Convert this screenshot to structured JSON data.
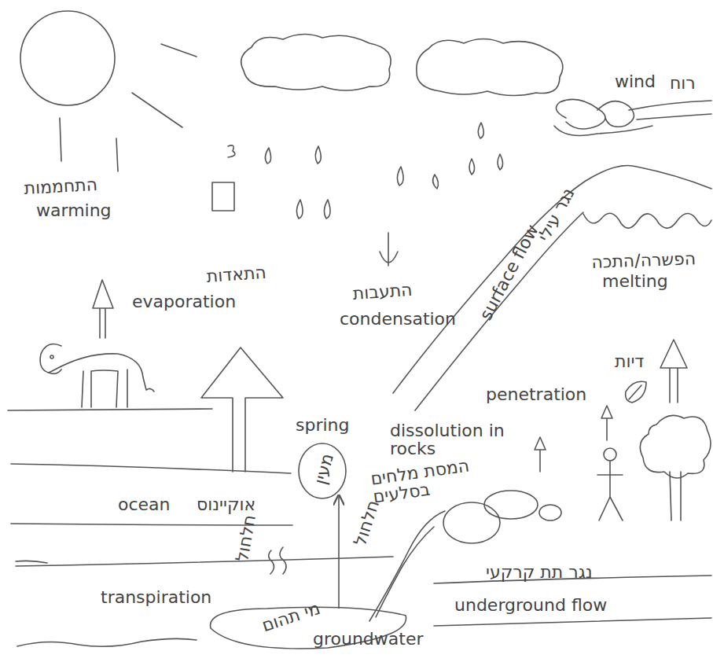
{
  "diagram": {
    "nodes": [
      {
        "text": [
          "spring",
          "מעין"
        ]
      },
      {
        "text": [
          "מי תהום",
          "groundwater"
        ]
      }
    ],
    "edges": [
      {
        "from": 1,
        "to": 0,
        "arrow": "to"
      }
    ],
    "labels": [
      "התחממות",
      "warming",
      "התאדות",
      "evaporation",
      "התעבות",
      "condensation",
      "wind",
      "רוח",
      "הפשרה/התכה",
      "melting",
      "נגר עילי",
      "surface flow",
      "penetration",
      "דיות",
      "dissolution in rocks",
      "המסת מלחים בסלעים",
      "ocean",
      "אוקיינוס",
      "transpiration",
      "חלחול",
      "חלחול",
      "נגר תת קרקעי",
      "underground flow"
    ]
  }
}
